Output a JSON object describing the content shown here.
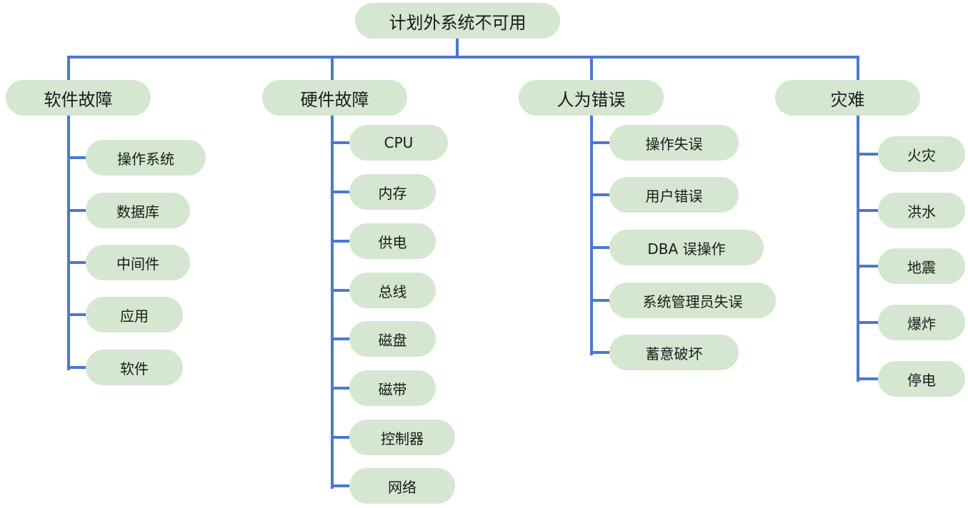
{
  "root": {
    "label": "计划外系统不可用"
  },
  "categories": [
    {
      "label": "软件故障",
      "items": [
        "操作系统",
        "数据库",
        "中间件",
        "应用",
        "软件"
      ]
    },
    {
      "label": "硬件故障",
      "items": [
        "CPU",
        "内存",
        "供电",
        "总线",
        "磁盘",
        "磁带",
        "控制器",
        "网络"
      ]
    },
    {
      "label": "人为错误",
      "items": [
        "操作失误",
        "用户错误",
        "DBA 误操作",
        "系统管理员失误",
        "蓄意破坏"
      ]
    },
    {
      "label": "灾难",
      "items": [
        "火灾",
        "洪水",
        "地震",
        "爆炸",
        "停电"
      ]
    }
  ],
  "colors": {
    "node_fill": "#d5e6d1",
    "connector": "#4a78d4"
  }
}
